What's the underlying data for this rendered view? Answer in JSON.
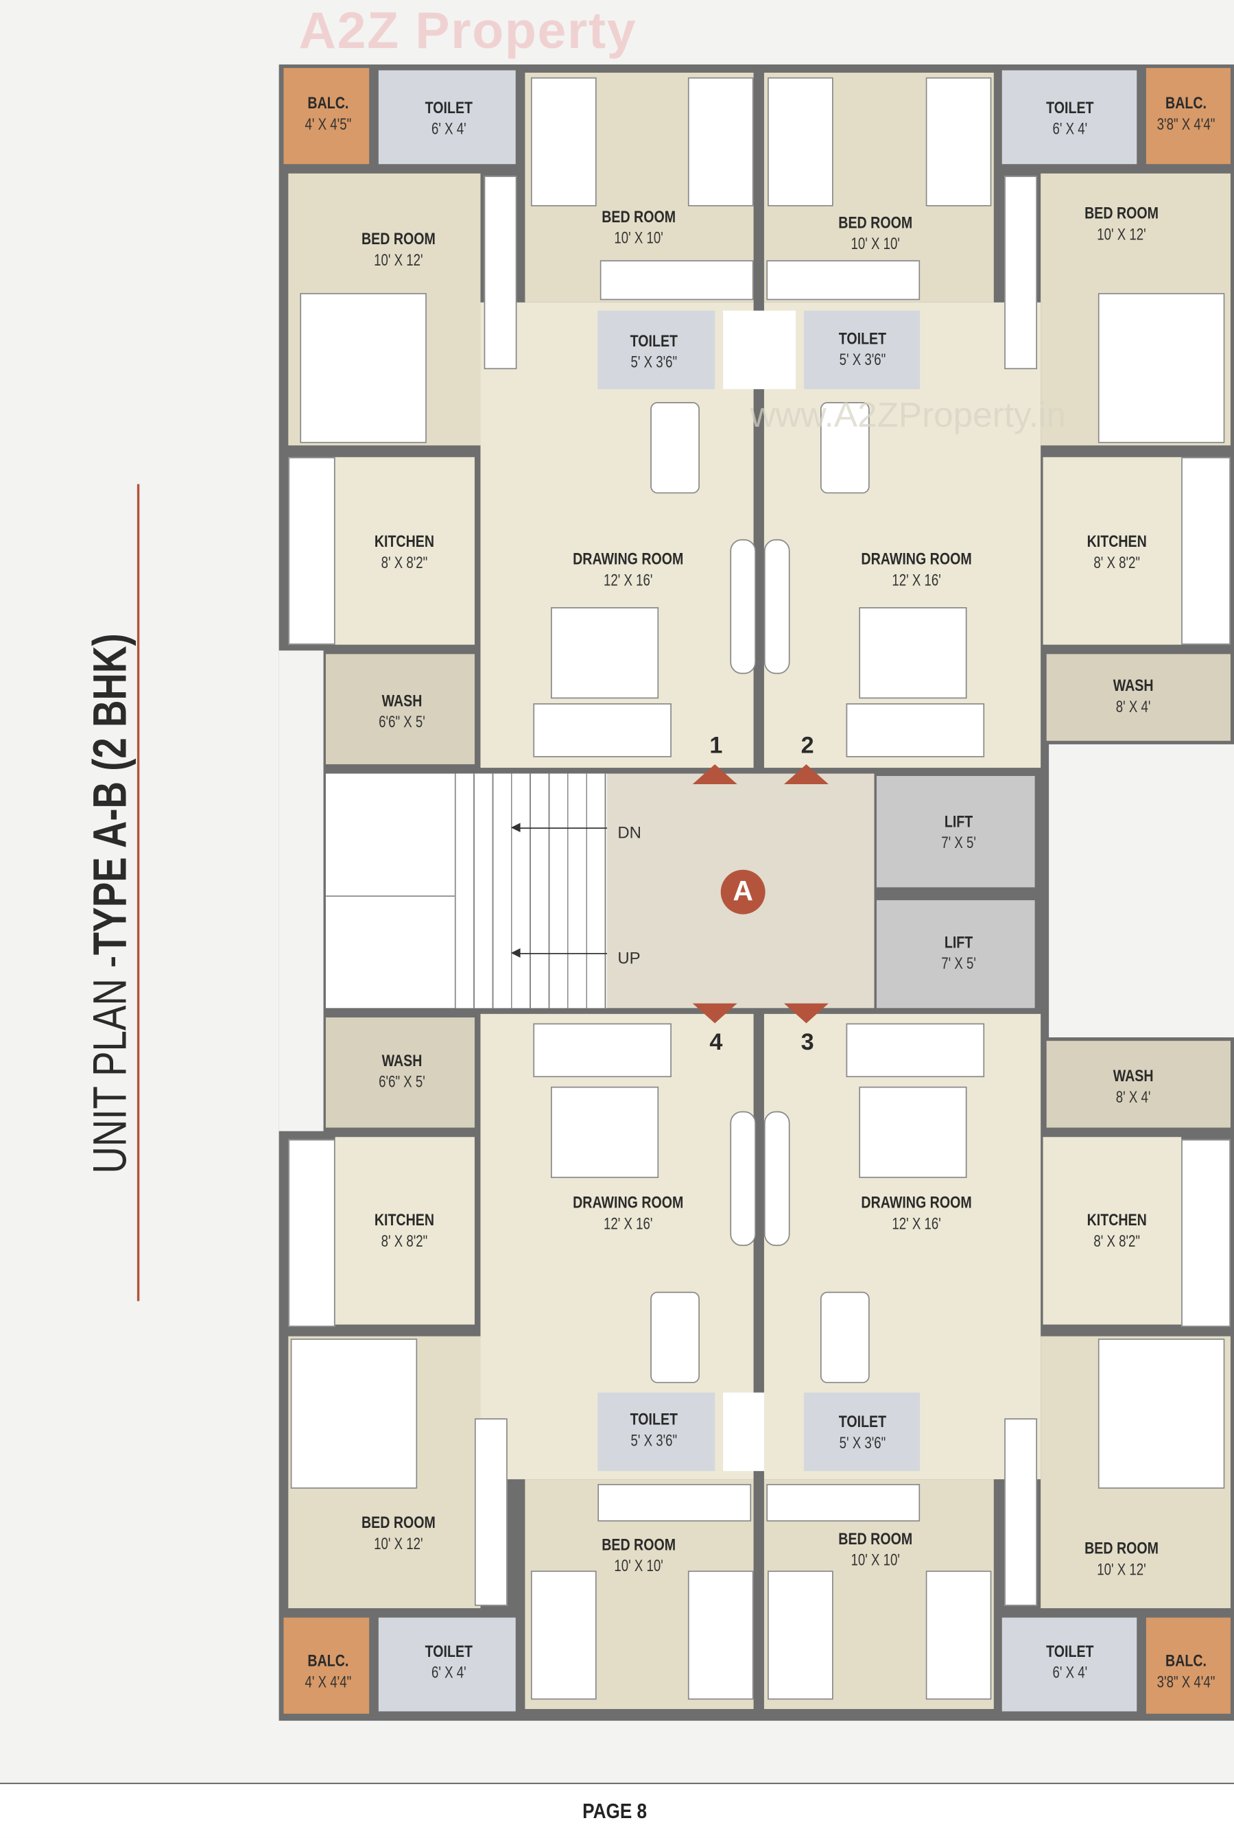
{
  "watermark": {
    "logo": "A2Z Property",
    "url": "www.A2ZProperty.in"
  },
  "title": "UNIT PLAN - TYPE A-B (2 BHK)",
  "title_parts": {
    "light": "UNIT PLAN - ",
    "bold": "TYPE A-B (2 BHK)"
  },
  "colors": {
    "accent": "#b5543c",
    "wall": "#6e6e6e",
    "balcony": "#d89a68",
    "toilet": "#d4d8de",
    "room": "#e3ddc7"
  },
  "rooms": [
    {
      "name": "BALC.",
      "size": "4' X 4'5\""
    },
    {
      "name": "TOILET",
      "size": "6' X 4'"
    },
    {
      "name": "BED ROOM",
      "size": "10' X 12'"
    },
    {
      "name": "BED ROOM",
      "size": "10' X 10'"
    },
    {
      "name": "TOILET",
      "size": "5' X 3'6\""
    },
    {
      "name": "KITCHEN",
      "size": "8' X 8'2\""
    },
    {
      "name": "DRAWING ROOM",
      "size": "12' X 16'"
    },
    {
      "name": "WASH",
      "size": "6'6\" X 5'"
    },
    {
      "name": "BED ROOM",
      "size": "10' X 10'"
    },
    {
      "name": "TOILET",
      "size": "5' X 3'6\""
    },
    {
      "name": "TOILET",
      "size": "6' X 4'"
    },
    {
      "name": "BALC.",
      "size": "3'8\" X 4'4\""
    },
    {
      "name": "BED ROOM",
      "size": "10' X 12'"
    },
    {
      "name": "KITCHEN",
      "size": "8' X 8'2\""
    },
    {
      "name": "DRAWING ROOM",
      "size": "12' X 16'"
    },
    {
      "name": "WASH",
      "size": "8' X 4'"
    },
    {
      "name": "LIFT",
      "size": "7' X 5'"
    },
    {
      "name": "LIFT",
      "size": "7' X 5'"
    },
    {
      "name": "WASH",
      "size": "6'6\" X 5'"
    },
    {
      "name": "KITCHEN",
      "size": "8' X 8'2\""
    },
    {
      "name": "DRAWING ROOM",
      "size": "12' X 16'"
    },
    {
      "name": "BED ROOM",
      "size": "10' X 12'"
    },
    {
      "name": "TOILET",
      "size": "5' X 3'6\""
    },
    {
      "name": "BED ROOM",
      "size": "10' X 10'"
    },
    {
      "name": "TOILET",
      "size": "6' X 4'"
    },
    {
      "name": "BALC.",
      "size": "4' X 4'4\""
    },
    {
      "name": "WASH",
      "size": "8' X 4'"
    },
    {
      "name": "KITCHEN",
      "size": "8' X 8'2\""
    },
    {
      "name": "DRAWING ROOM",
      "size": "12' X 16'"
    },
    {
      "name": "BED ROOM",
      "size": "10' X 12'"
    },
    {
      "name": "TOILET",
      "size": "5' X 3'6\""
    },
    {
      "name": "BED ROOM",
      "size": "10' X 10'"
    },
    {
      "name": "TOILET",
      "size": "6' X 4'"
    },
    {
      "name": "BALC.",
      "size": "3'8\" X 4'4\""
    }
  ],
  "stairs": {
    "down": "DN",
    "up": "UP"
  },
  "lobby_marker": "A",
  "unit_numbers": [
    "1",
    "2",
    "3",
    "4"
  ],
  "footer": {
    "page": "PAGE 8"
  }
}
